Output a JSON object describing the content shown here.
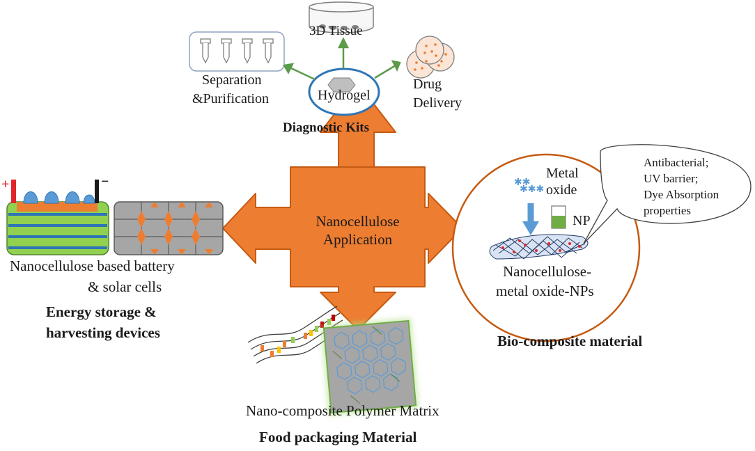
{
  "center": {
    "line1": "Nanocellulose",
    "line2": "Application"
  },
  "top": {
    "tissue": "3D Tissue",
    "hydrogel": "Hydrogel",
    "separation_line1": "Separation",
    "separation_line2": "&Purification",
    "drug_line1": "Drug",
    "drug_line2": "Delivery",
    "category": "Diagnostic Kits"
  },
  "left": {
    "battery_sign_plus": "+",
    "battery_sign_minus": "−",
    "caption_line1": "Nanocellulose based battery",
    "caption_line2": "& solar cells",
    "category_line1": "Energy storage &",
    "category_line2": "harvesting devices"
  },
  "right": {
    "metal_line1": "Metal",
    "metal_line2": "oxide",
    "np": "NP",
    "composite_line1": "Nanocellulose-",
    "composite_line2": "metal oxide-NPs",
    "bubble_line1": "Antibacterial;",
    "bubble_line2": "UV barrier;",
    "bubble_line3": "Dye Absorption",
    "bubble_line4": "properties",
    "category": "Bio-composite material"
  },
  "bottom": {
    "caption": "Nano-composite Polymer Matrix",
    "category": "Food packaging Material"
  },
  "colors": {
    "orange": "#ed7d31",
    "orange_dark": "#c55a11",
    "blue": "#2e75b6",
    "green_bar": "#70ad47",
    "green_arrow": "#5b9b4a",
    "gray": "#a6a6a6",
    "battery_green": "#92d050",
    "red": "#e0262b"
  }
}
